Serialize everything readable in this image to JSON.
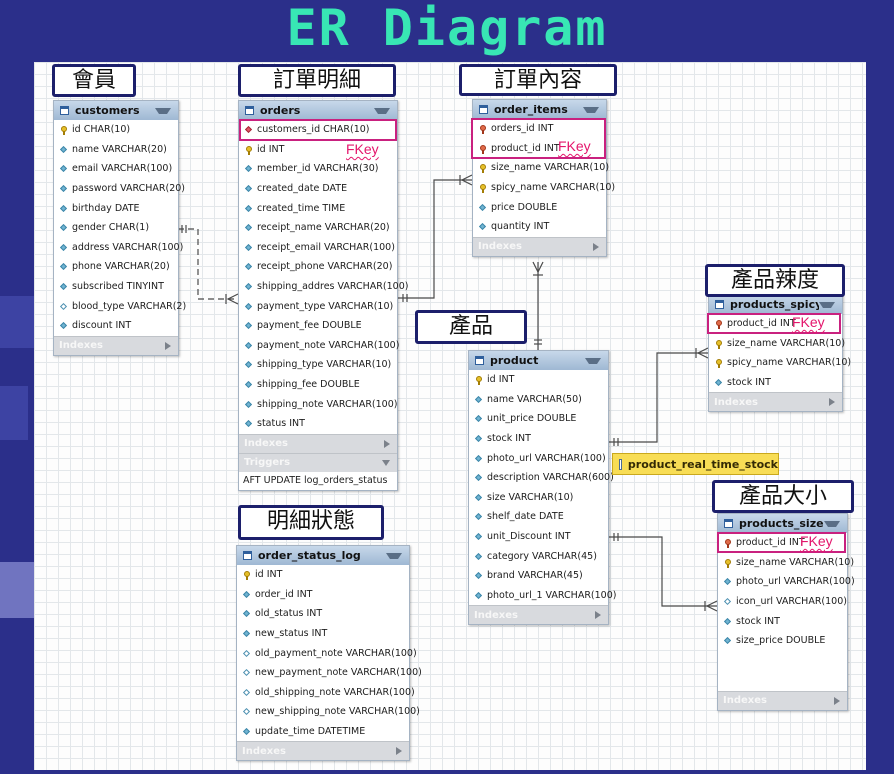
{
  "title": "ER Diagram",
  "labels": {
    "customers": "會員",
    "orders": "訂單明細",
    "order_items": "訂單內容",
    "order_status_log": "明細狀態",
    "product": "產品",
    "products_spicy": "產品辣度",
    "products_sizes": "產品大小"
  },
  "fkey_label": "FKey",
  "sections": {
    "indexes": "Indexes",
    "triggers": "Triggers"
  },
  "view": {
    "name": "product_real_time_stock"
  },
  "tables": {
    "customers": {
      "name": "customers",
      "columns": [
        {
          "text": "id CHAR(10)",
          "icon": "pk"
        },
        {
          "text": "name VARCHAR(20)",
          "icon": "at"
        },
        {
          "text": "email VARCHAR(100)",
          "icon": "at"
        },
        {
          "text": "password VARCHAR(20)",
          "icon": "at"
        },
        {
          "text": "birthday DATE",
          "icon": "at"
        },
        {
          "text": "gender CHAR(1)",
          "icon": "at"
        },
        {
          "text": "address VARCHAR(100)",
          "icon": "at"
        },
        {
          "text": "phone VARCHAR(20)",
          "icon": "at"
        },
        {
          "text": "subscribed TINYINT",
          "icon": "at"
        },
        {
          "text": "blood_type VARCHAR(2)",
          "icon": "nl"
        },
        {
          "text": "discount INT",
          "icon": "at"
        }
      ]
    },
    "orders": {
      "name": "orders",
      "columns": [
        {
          "text": "customers_id CHAR(10)",
          "icon": "rd"
        },
        {
          "text": "id INT",
          "icon": "pk"
        },
        {
          "text": "member_id VARCHAR(30)",
          "icon": "at"
        },
        {
          "text": "created_date DATE",
          "icon": "at"
        },
        {
          "text": "created_time TIME",
          "icon": "at"
        },
        {
          "text": "receipt_name VARCHAR(20)",
          "icon": "at"
        },
        {
          "text": "receipt_email VARCHAR(100)",
          "icon": "at"
        },
        {
          "text": "receipt_phone VARCHAR(20)",
          "icon": "at"
        },
        {
          "text": "shipping_addres VARCHAR(100)",
          "icon": "at"
        },
        {
          "text": "payment_type VARCHAR(10)",
          "icon": "at"
        },
        {
          "text": "payment_fee DOUBLE",
          "icon": "at"
        },
        {
          "text": "payment_note VARCHAR(100)",
          "icon": "at"
        },
        {
          "text": "shipping_type VARCHAR(10)",
          "icon": "at"
        },
        {
          "text": "shipping_fee DOUBLE",
          "icon": "at"
        },
        {
          "text": "shipping_note VARCHAR(100)",
          "icon": "at"
        },
        {
          "text": "status INT",
          "icon": "at"
        }
      ],
      "trigger": "AFT UPDATE log_orders_status"
    },
    "order_items": {
      "name": "order_items",
      "columns": [
        {
          "text": "orders_id INT",
          "icon": "fk"
        },
        {
          "text": "product_id INT",
          "icon": "fk"
        },
        {
          "text": "size_name VARCHAR(10)",
          "icon": "pk"
        },
        {
          "text": "spicy_name VARCHAR(10)",
          "icon": "pk"
        },
        {
          "text": "price DOUBLE",
          "icon": "at"
        },
        {
          "text": "quantity INT",
          "icon": "at"
        }
      ]
    },
    "order_status_log": {
      "name": "order_status_log",
      "columns": [
        {
          "text": "id INT",
          "icon": "pk"
        },
        {
          "text": "order_id INT",
          "icon": "at"
        },
        {
          "text": "old_status INT",
          "icon": "at"
        },
        {
          "text": "new_status INT",
          "icon": "at"
        },
        {
          "text": "old_payment_note VARCHAR(100)",
          "icon": "nl"
        },
        {
          "text": "new_payment_note VARCHAR(100)",
          "icon": "nl"
        },
        {
          "text": "old_shipping_note VARCHAR(100)",
          "icon": "nl"
        },
        {
          "text": "new_shipping_note VARCHAR(100)",
          "icon": "nl"
        },
        {
          "text": "update_time DATETIME",
          "icon": "at"
        }
      ]
    },
    "product": {
      "name": "product",
      "columns": [
        {
          "text": "id INT",
          "icon": "pk"
        },
        {
          "text": "name VARCHAR(50)",
          "icon": "at"
        },
        {
          "text": "unit_price DOUBLE",
          "icon": "at"
        },
        {
          "text": "stock INT",
          "icon": "at"
        },
        {
          "text": "photo_url VARCHAR(100)",
          "icon": "at"
        },
        {
          "text": "description VARCHAR(600)",
          "icon": "at"
        },
        {
          "text": "size VARCHAR(10)",
          "icon": "at"
        },
        {
          "text": "shelf_date DATE",
          "icon": "at"
        },
        {
          "text": "unit_Discount INT",
          "icon": "at"
        },
        {
          "text": "category VARCHAR(45)",
          "icon": "at"
        },
        {
          "text": "brand VARCHAR(45)",
          "icon": "at"
        },
        {
          "text": "photo_url_1 VARCHAR(100)",
          "icon": "at"
        }
      ]
    },
    "products_spicy": {
      "name": "products_spicy",
      "columns": [
        {
          "text": "product_id INT",
          "icon": "fk"
        },
        {
          "text": "size_name VARCHAR(10)",
          "icon": "pk"
        },
        {
          "text": "spicy_name VARCHAR(10)",
          "icon": "pk"
        },
        {
          "text": "stock INT",
          "icon": "at"
        }
      ]
    },
    "products_sizes": {
      "name": "products_sizes",
      "columns": [
        {
          "text": "product_id INT",
          "icon": "fk"
        },
        {
          "text": "size_name VARCHAR(10)",
          "icon": "pk"
        },
        {
          "text": "photo_url VARCHAR(100)",
          "icon": "at"
        },
        {
          "text": "icon_url VARCHAR(100)",
          "icon": "nl"
        },
        {
          "text": "stock INT",
          "icon": "at"
        },
        {
          "text": "size_price DOUBLE",
          "icon": "at"
        }
      ]
    }
  }
}
